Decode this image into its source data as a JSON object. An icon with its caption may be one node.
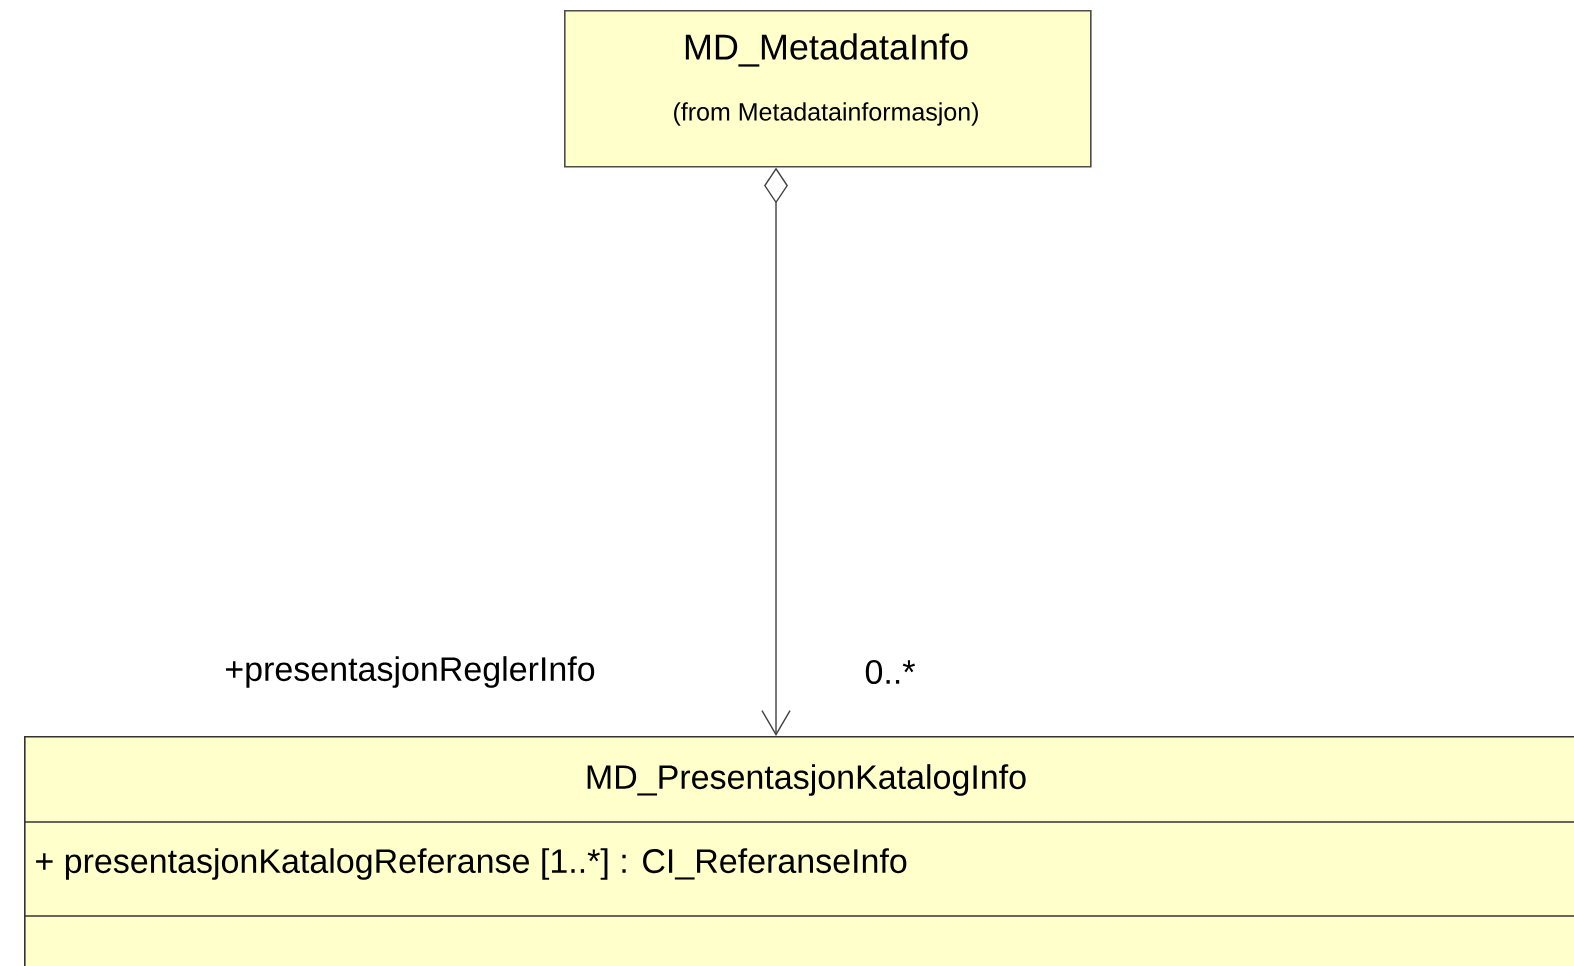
{
  "diagram": {
    "nodes": [
      {
        "text": [
          "MD_MetadataInfo",
          "(from Metadatainformasjon)"
        ]
      },
      {
        "text": [
          "MD_PresentasjonKatalogInfo",
          "+ presentasjonKatalogReferanse [1..*] : CI_ReferanseInfo"
        ]
      }
    ],
    "edges": [
      {
        "from": 0,
        "to": 1,
        "arrow": "to"
      }
    ],
    "labels": [
      "+presentasjonReglerInfo",
      "0..*"
    ]
  }
}
